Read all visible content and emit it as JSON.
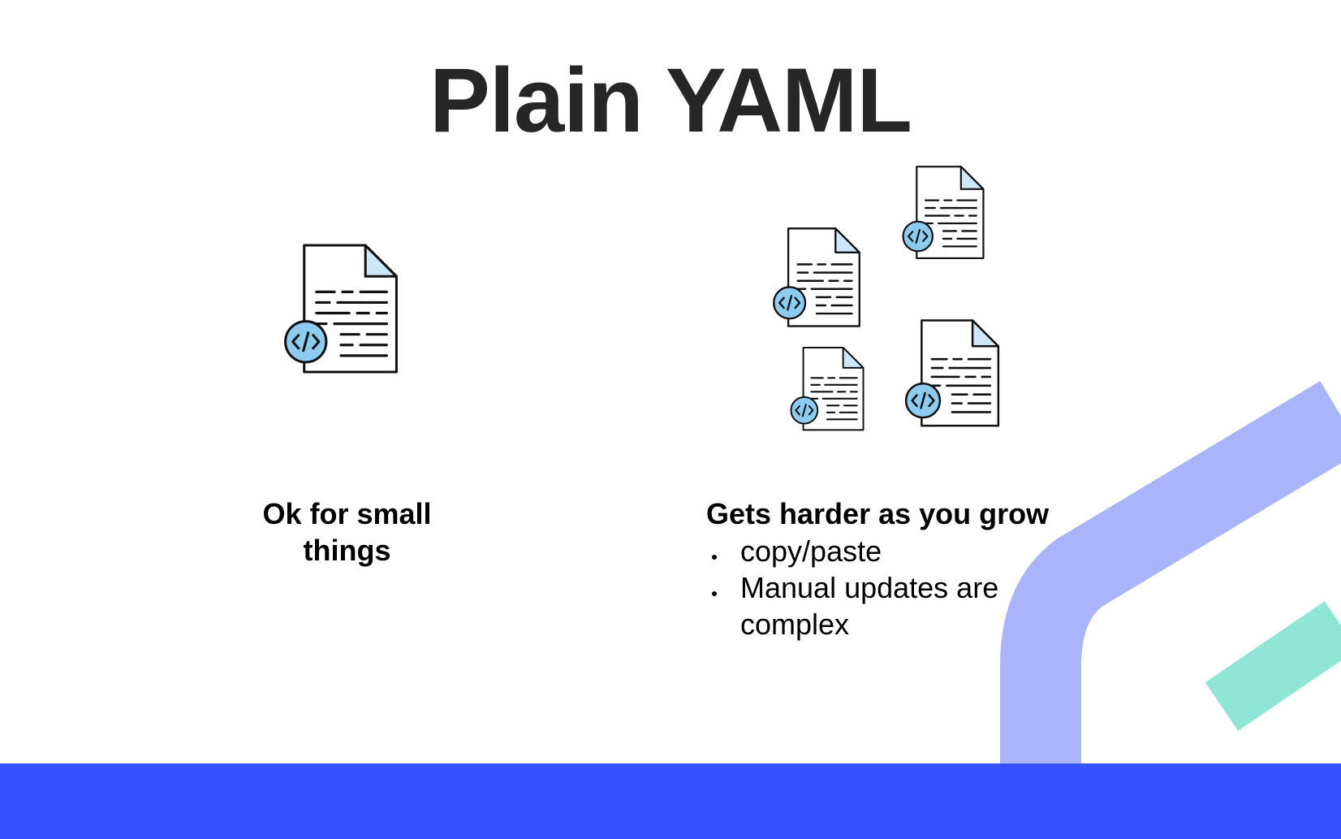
{
  "slide": {
    "title": "Plain YAML"
  },
  "left": {
    "caption_line1": "Ok for small",
    "caption_line2": "things",
    "icon": "code-document-icon"
  },
  "right": {
    "caption": "Gets harder as you grow",
    "bullets": [
      "copy/paste",
      "Manual updates are complex"
    ],
    "icon": "code-document-icon"
  },
  "colors": {
    "title": "#262626",
    "footer_bar": "#3652ff",
    "arc_purple": "#aab4fb",
    "arc_mint": "#8fe6d4",
    "icon_blue": "#8ecbf0",
    "doc_fold": "#cde6f8"
  }
}
